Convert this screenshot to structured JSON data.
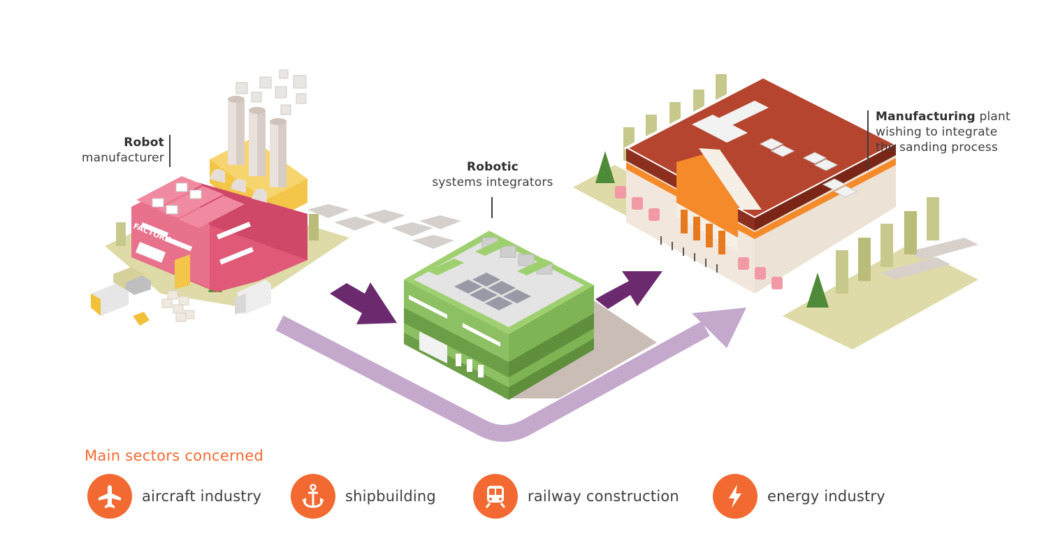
{
  "labels": {
    "robot_manufacturer": {
      "bold": "Robot",
      "rest": "manufacturer"
    },
    "integrators": {
      "bold": "Robotic",
      "rest": "systems integrators"
    },
    "plant": {
      "bold": "Manufacturing",
      "rest_line1": " plant",
      "line2": "wishing to integrate",
      "line3": "the sanding process"
    }
  },
  "factory_sign": "FACTORY",
  "sectors": {
    "title": "Main sectors concerned",
    "items": [
      {
        "label": "aircraft industry",
        "icon": "airplane-icon"
      },
      {
        "label": "shipbuilding",
        "icon": "anchor-icon"
      },
      {
        "label": "railway construction",
        "icon": "train-icon"
      },
      {
        "label": "energy industry",
        "icon": "lightning-icon"
      }
    ]
  },
  "colors": {
    "accent": "#f26a32",
    "arrow_dark": "#6b2a6e",
    "arrow_light": "#c4a9cd",
    "factory": "#e05a78",
    "integrator": "#8cc063",
    "plant_roof": "#b5452f",
    "plant_front": "#f58a2a"
  }
}
